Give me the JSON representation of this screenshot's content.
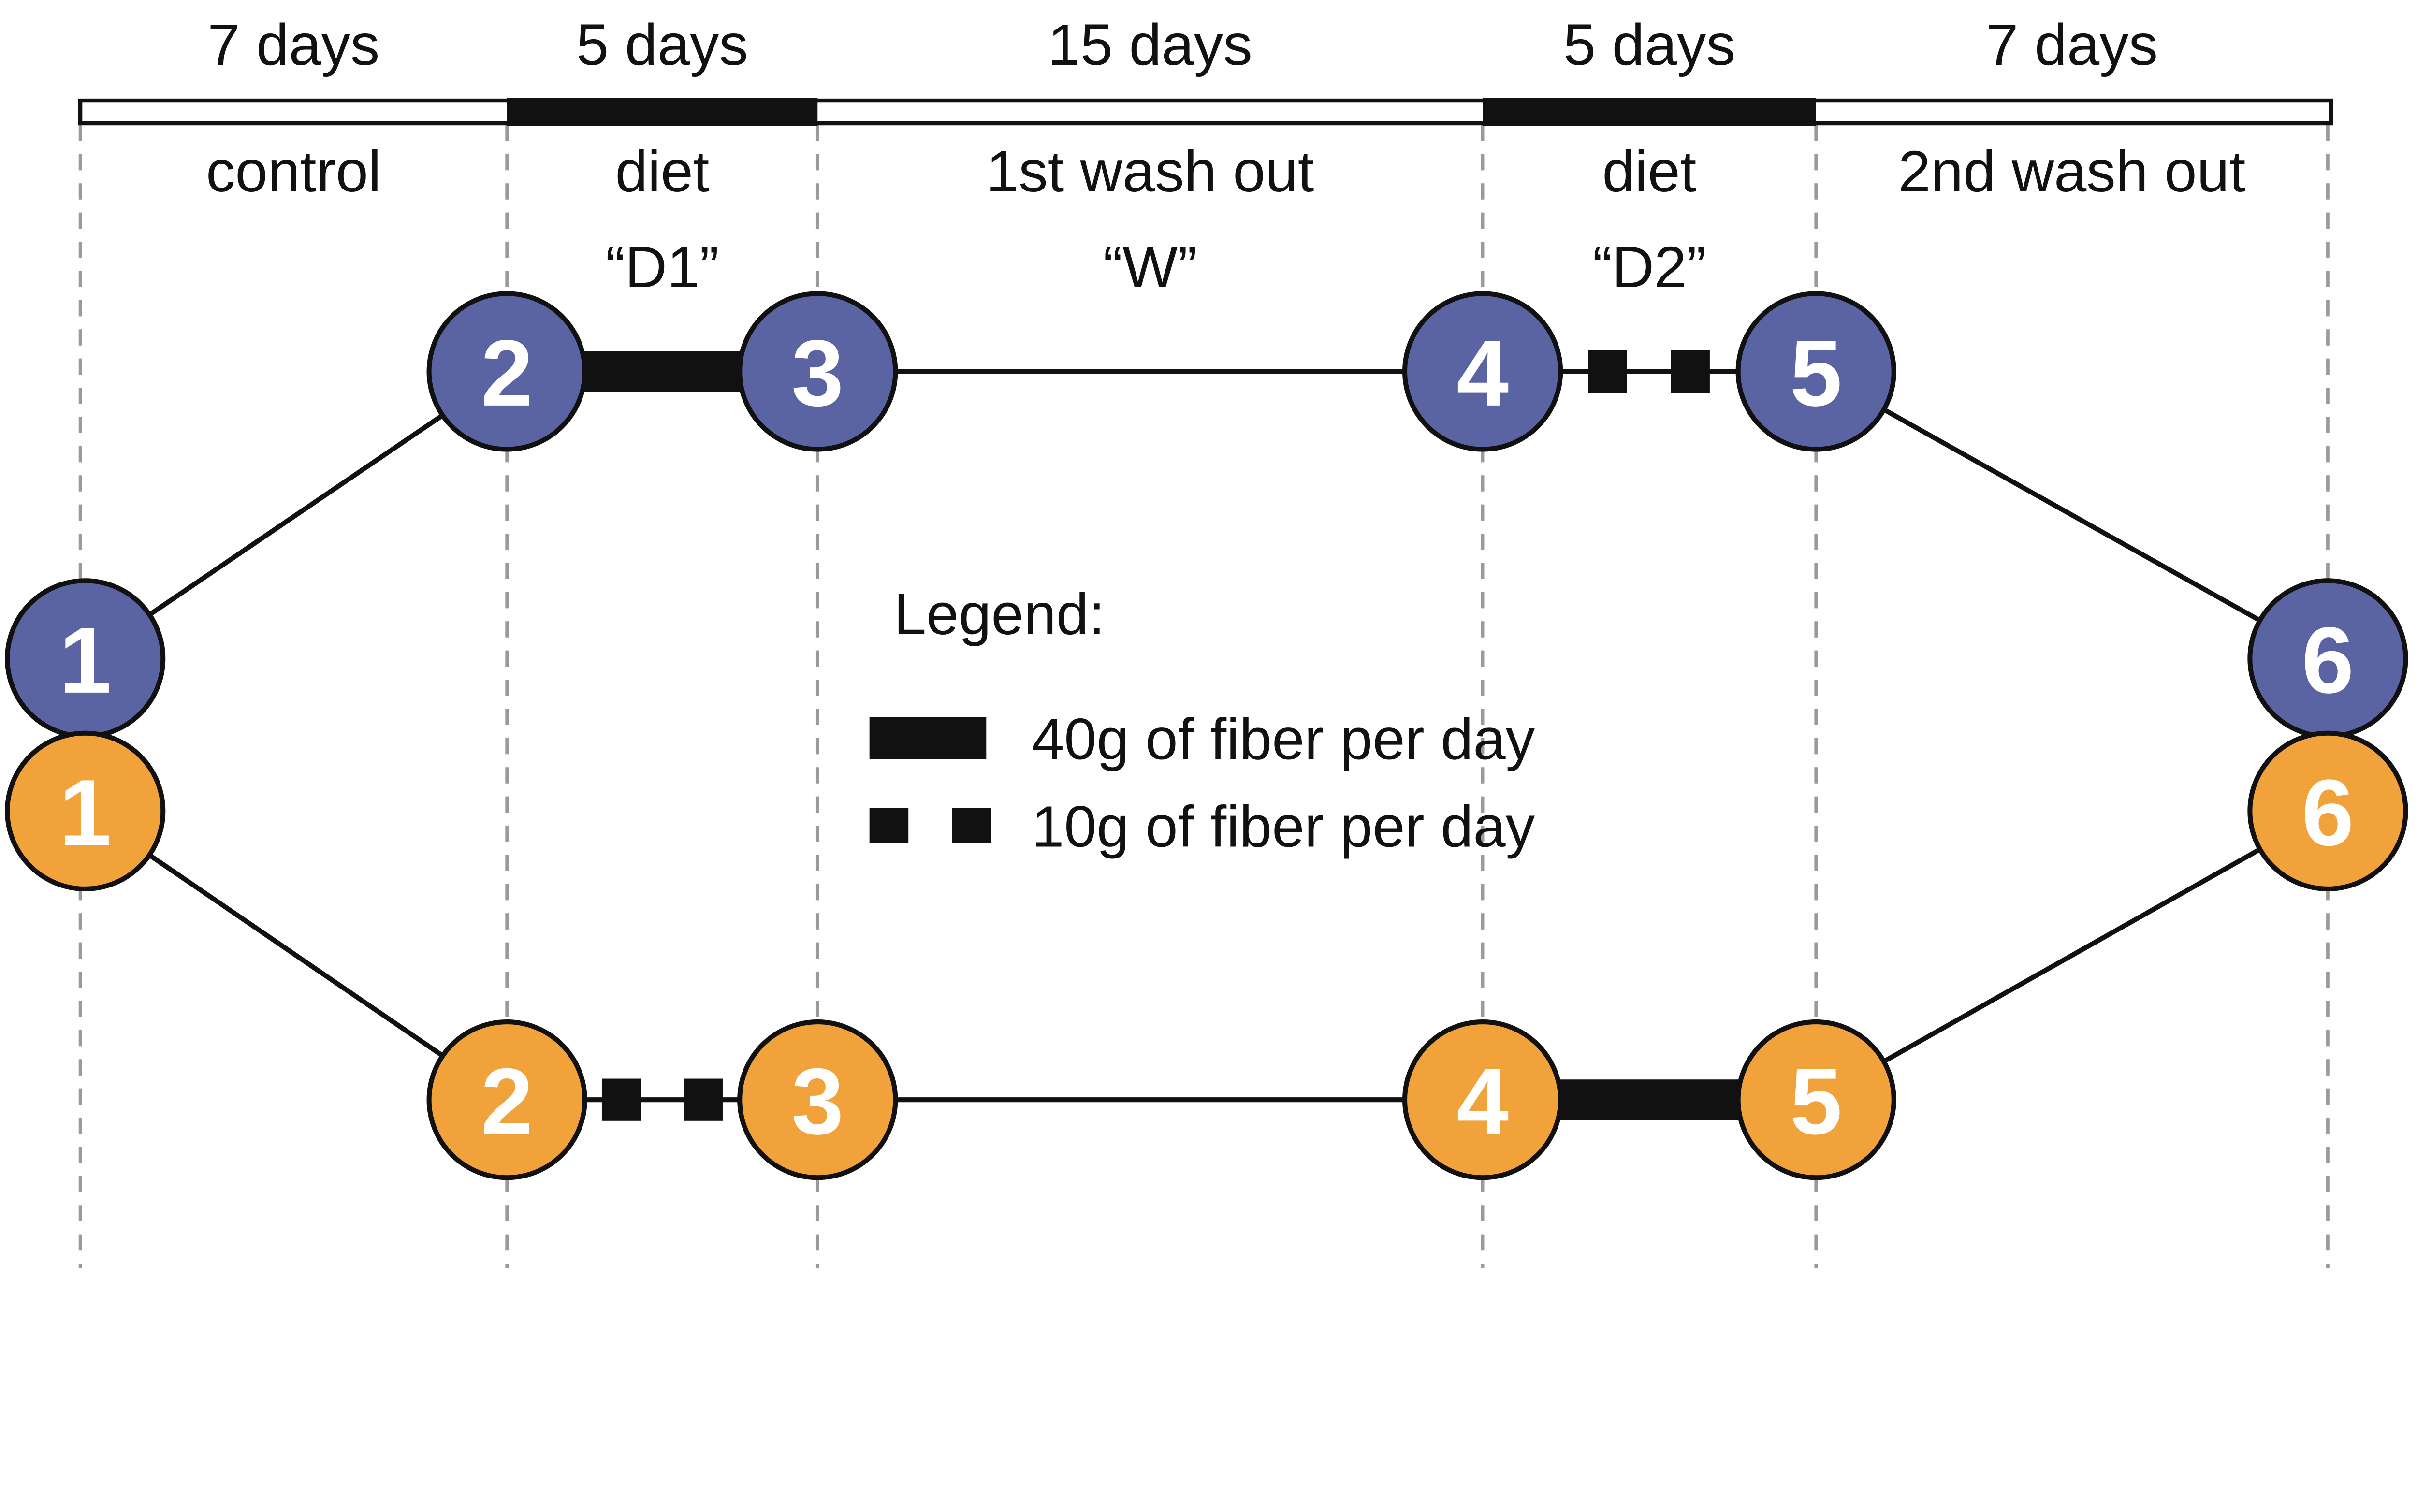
{
  "figure": {
    "colors": {
      "arm_top": "#5a64a3",
      "arm_bottom": "#f2a23a",
      "ink": "#111111",
      "gridline": "#9a9a9a",
      "background": "#ffffff"
    },
    "timeline": {
      "phases": [
        {
          "duration": "7 days",
          "name": "control",
          "bar": "open"
        },
        {
          "duration": "5 days",
          "name": "diet",
          "bar": "filled"
        },
        {
          "duration": "15 days",
          "name": "1st wash out",
          "bar": "open"
        },
        {
          "duration": "5 days",
          "name": "diet",
          "bar": "filled"
        },
        {
          "duration": "7 days",
          "name": "2nd wash out",
          "bar": "open"
        }
      ]
    },
    "interval_labels": [
      {
        "text": "“D1”",
        "between": "2-3 top"
      },
      {
        "text": "“W”",
        "between": "3-4 top"
      },
      {
        "text": "“D2”",
        "between": "4-5 top"
      }
    ],
    "node_labels": [
      "1",
      "2",
      "3",
      "4",
      "5",
      "6"
    ],
    "arms": {
      "top": {
        "color_key": "arm_top",
        "segments": [
          "thin",
          "thick-40g",
          "thin",
          "squares-10g",
          "thin"
        ]
      },
      "bottom": {
        "color_key": "arm_bottom",
        "segments": [
          "thin",
          "squares-10g",
          "thin",
          "thick-40g",
          "thin"
        ]
      }
    },
    "legend": {
      "title": "Legend:",
      "items": [
        {
          "swatch": "thick-bar",
          "label": "40g of fiber per day"
        },
        {
          "swatch": "two-squares",
          "label": "10g of fiber per day"
        }
      ]
    }
  }
}
